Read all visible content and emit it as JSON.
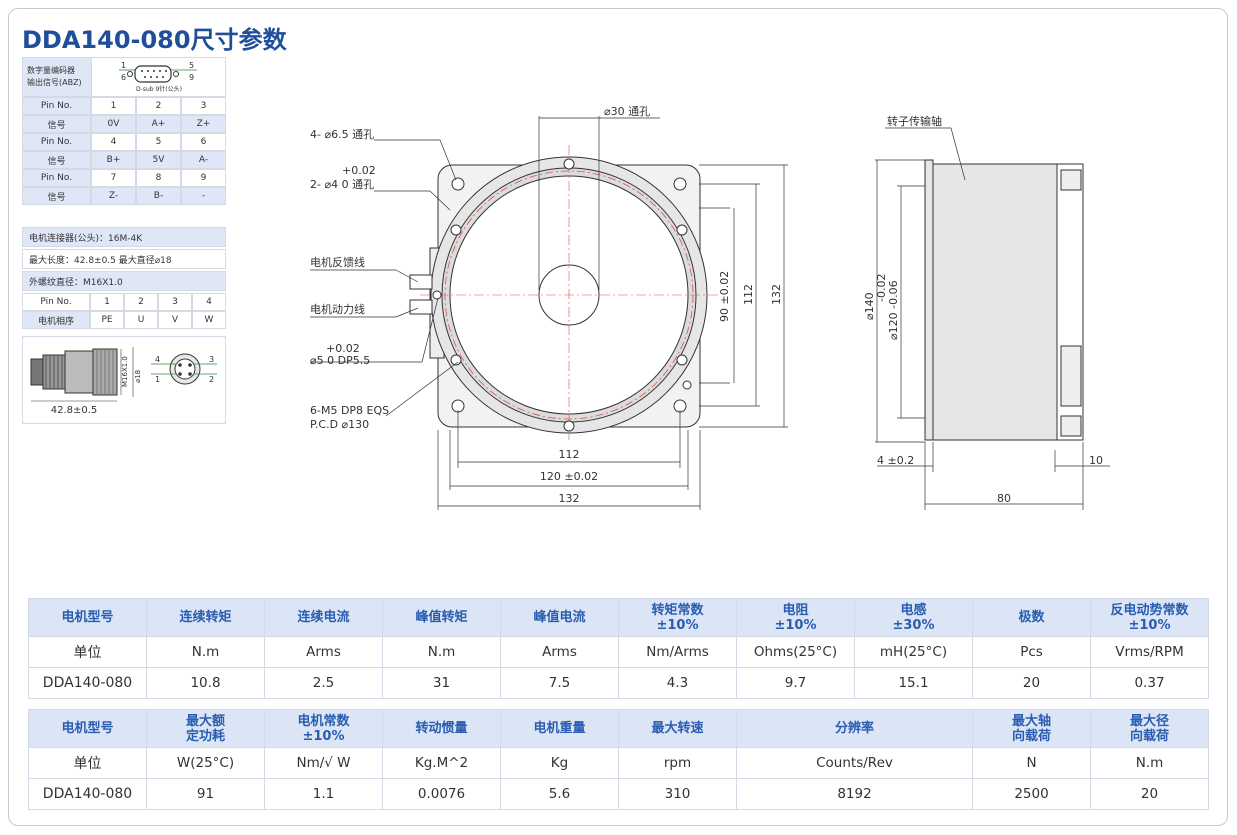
{
  "title": "DDA140-080尺寸参数",
  "encoder": {
    "label_line1": "数字量编码器",
    "label_line2": "输出信号(ABZ)",
    "connector_caption": "D-sub 9针(公头)",
    "pin_labels": [
      "1",
      "5",
      "6",
      "9"
    ],
    "rows": [
      [
        "Pin No.",
        "1",
        "2",
        "3"
      ],
      [
        "信号",
        "0V",
        "A+",
        "Z+"
      ],
      [
        "Pin No.",
        "4",
        "5",
        "6"
      ],
      [
        "信号",
        "B+",
        "5V",
        "A-"
      ],
      [
        "Pin No.",
        "7",
        "8",
        "9"
      ],
      [
        "信号",
        "Z-",
        "B-",
        "-"
      ]
    ]
  },
  "motor_connector": {
    "line1": "电机连接器(公头)：16M-4K",
    "line2": "最大长度：42.8±0.5   最大直径⌀18",
    "line3": "外螺纹直径：M16X1.0",
    "pin_row": [
      "Pin No.",
      "1",
      "2",
      "3",
      "4"
    ],
    "phase_row": [
      "电机相序",
      "PE",
      "U",
      "V",
      "W"
    ],
    "drawing_dim": "42.8±0.5",
    "drawing_labels": [
      "M16X1.0",
      "⌀18",
      "4",
      "3",
      "1",
      "2"
    ]
  },
  "front_view": {
    "top_hole": "⌀30 通孔",
    "holes_4": "4- ⌀6.5 通孔",
    "pin_holes_tol": "+0.02",
    "pin_holes": "2- ⌀4  0     通孔",
    "feedback_cable": "电机反馈线",
    "power_cable": "电机动力线",
    "dp_tol": "+0.02",
    "dp": "⌀5  0    DP5.5",
    "m5_line1": "6-M5 DP8 EQS",
    "m5_line2": "P.C.D ⌀130",
    "dim_90": "90 ±0.02",
    "dim_112_v": "112",
    "dim_132_v": "132",
    "dim_112_h": "112",
    "dim_120_h": "120 ±0.02",
    "dim_132_h": "132"
  },
  "side_view": {
    "rotor_label": "转子传输轴",
    "dim_140": "⌀140",
    "dim_120_tol": "-0.02",
    "dim_120_tol2": "⌀120 -0.06",
    "dim_4": "4 ±0.2",
    "dim_10": "10",
    "dim_80": "80"
  },
  "spec_table_1": {
    "headers": [
      "电机型号",
      "连续转矩",
      "连续电流",
      "峰值转矩",
      "峰值电流",
      "转矩常数\n±10%",
      "电阻\n±10%",
      "电感\n±30%",
      "极数",
      "反电动势常数\n±10%"
    ],
    "units": [
      "单位",
      "N.m",
      "Arms",
      "N.m",
      "Arms",
      "Nm/Arms",
      "Ohms(25°C)",
      "mH(25°C)",
      "Pcs",
      "Vrms/RPM"
    ],
    "values": [
      "DDA140-080",
      "10.8",
      "2.5",
      "31",
      "7.5",
      "4.3",
      "9.7",
      "15.1",
      "20",
      "0.37"
    ]
  },
  "spec_table_2": {
    "headers": [
      "电机型号",
      "最大额\n定功耗",
      "电机常数\n±10%",
      "转动惯量",
      "电机重量",
      "最大转速",
      "分辨率",
      "最大轴\n向载荷",
      "最大径\n向载荷"
    ],
    "units": [
      "单位",
      "W(25°C)",
      "Nm/√ W",
      "Kg.M^2",
      "Kg",
      "rpm",
      "Counts/Rev",
      "N",
      "N.m"
    ],
    "values": [
      "DDA140-080",
      "91",
      "1.1",
      "0.0076",
      "5.6",
      "310",
      "8192",
      "2500",
      "20"
    ]
  }
}
